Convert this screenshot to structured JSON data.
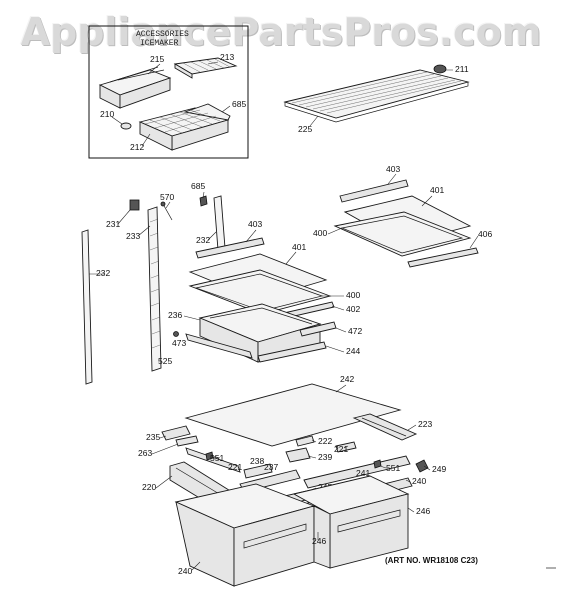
{
  "watermark": "AppliancePartsPros.com",
  "inset": {
    "line1": "ACCESSORIES",
    "line2": "ICEMAKER"
  },
  "art_number": "(ART NO. WR18108 C23)",
  "callouts": {
    "c215": "215",
    "c213": "213",
    "c685a": "685",
    "c210": "210",
    "c212": "212",
    "c211": "211",
    "c225": "225",
    "c685b": "685",
    "c570": "570",
    "c231": "231",
    "c233": "233",
    "c232a": "232",
    "c232b": "232",
    "c403a": "403",
    "c401a": "401",
    "c403b": "403",
    "c401b": "401",
    "c400a": "400",
    "c406": "406",
    "c400b": "400",
    "c402": "402",
    "c236": "236",
    "c472": "472",
    "c473": "473",
    "c525": "525",
    "c244": "244",
    "c242": "242",
    "c235": "235",
    "c223": "223",
    "c222": "222",
    "c263": "263",
    "c551a": "551",
    "c221a": "221",
    "c239": "239",
    "c221b": "221",
    "c238": "238",
    "c237": "237",
    "c551b": "551",
    "c249": "249",
    "c241": "241",
    "c220": "220",
    "c240a": "240",
    "c245": "245",
    "c246a": "246",
    "c246b": "246",
    "c240b": "240"
  }
}
